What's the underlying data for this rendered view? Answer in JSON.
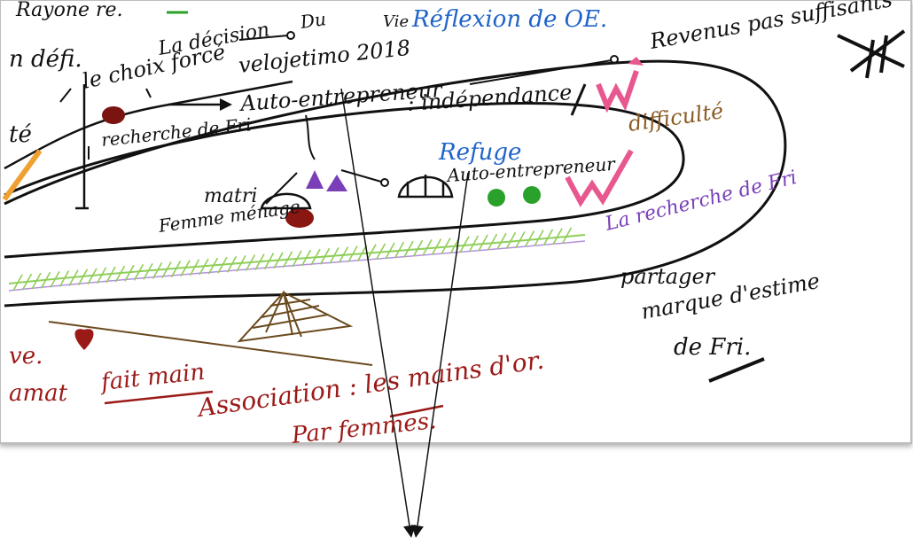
{
  "colors": {
    "black": "#111111",
    "blue": "#1f63c9",
    "darkred": "#9a1a17",
    "purple": "#7a3fb8",
    "green": "#2aa12a",
    "pink": "#e8578f",
    "brown": "#8a5a22",
    "orange": "#f0a030",
    "lightgreen": "#8fce5a",
    "lightpurple": "#b58fe0"
  },
  "notes": {
    "top_left": "Rayone re.",
    "defi": "n défi.",
    "decision": "La décision",
    "choix_force": "le choix forcé",
    "du": "Du",
    "vie": "Vie",
    "reflexion": "Réflexion de OE.",
    "velo": "velojetimo 2018",
    "revenus": "Revenus pas suffisants",
    "auto1": "Auto-entrepreneur",
    "independance": ": indépendance",
    "difficulte": "difficulté",
    "te": "té",
    "recherche": "recherche de Fri",
    "refuge": "Refuge",
    "auto2": "Auto-entrepreneur",
    "matri": "matri",
    "femme": "Femme ménage",
    "la_recherche": "La recherche de Fri",
    "partage": "partager",
    "marque": "marque d'estime",
    "de_fri": "de Fri.",
    "ve": "ve.",
    "amat": "amat",
    "fait_main": "fait main",
    "association": "Association : les mains d'or.",
    "par_femmes": "Par femmes."
  }
}
